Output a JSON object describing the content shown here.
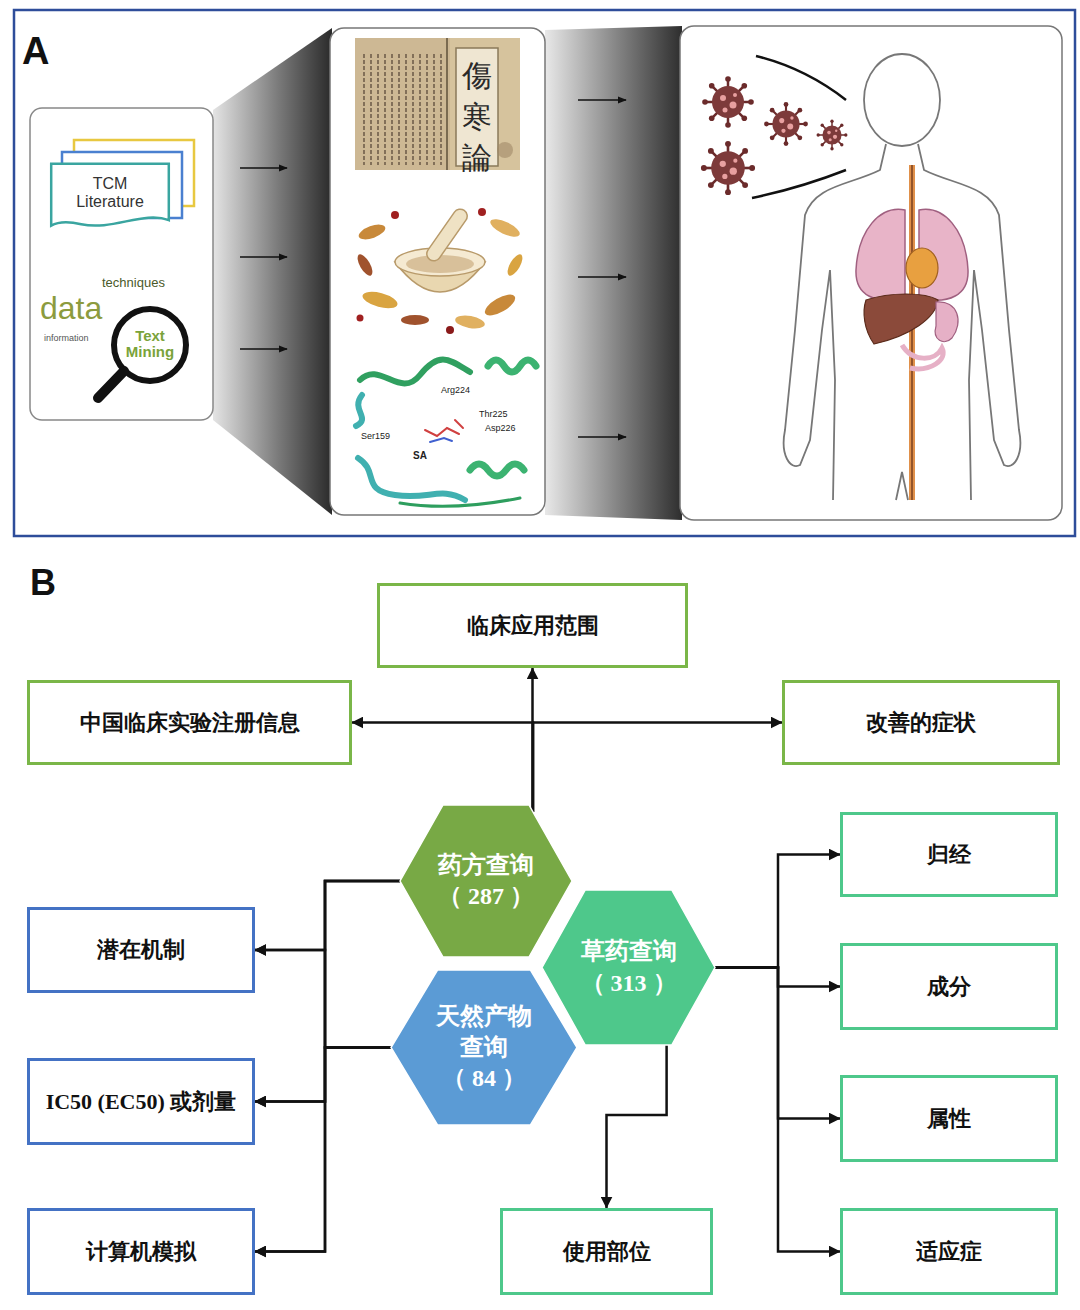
{
  "diagram": {
    "nodes": [
      {
        "text": [
          "TCM Literature"
        ]
      },
      {
        "text": [
          "临床应用范围"
        ]
      },
      {
        "text": [
          "中国临床实验注册信息"
        ]
      },
      {
        "text": [
          "改善的症状"
        ]
      },
      {
        "text": [
          "药方查询",
          "（ 287 ）"
        ]
      },
      {
        "text": [
          "草药查询",
          "（ 313 ）"
        ]
      },
      {
        "text": [
          "天然产物 查询",
          "（ 84 ）"
        ]
      },
      {
        "text": [
          "潜在机制"
        ]
      },
      {
        "text": [
          "IC50 (EC50) 或剂量"
        ]
      },
      {
        "text": [
          "计算机模拟"
        ]
      },
      {
        "text": [
          "归经"
        ]
      },
      {
        "text": [
          "成分"
        ]
      },
      {
        "text": [
          "属性"
        ]
      },
      {
        "text": [
          "适应症"
        ]
      },
      {
        "text": [
          "使用部位"
        ]
      }
    ],
    "edges": [
      {
        "from": 4,
        "to": 1,
        "arrow": "to"
      },
      {
        "from": 4,
        "to": 2,
        "arrow": "to"
      },
      {
        "from": 4,
        "to": 3,
        "arrow": "to"
      },
      {
        "from": 4,
        "to": 7,
        "arrow": "to"
      },
      {
        "from": 4,
        "to": 8,
        "arrow": "to"
      },
      {
        "from": 4,
        "to": 9,
        "arrow": "to"
      },
      {
        "from": 6,
        "to": 7,
        "arrow": "to"
      },
      {
        "from": 6,
        "to": 8,
        "arrow": "to"
      },
      {
        "from": 6,
        "to": 9,
        "arrow": "to"
      },
      {
        "from": 5,
        "to": 10,
        "arrow": "to"
      },
      {
        "from": 5,
        "to": 11,
        "arrow": "to"
      },
      {
        "from": 5,
        "to": 12,
        "arrow": "to"
      },
      {
        "from": 5,
        "to": 13,
        "arrow": "to"
      },
      {
        "from": 5,
        "to": 14,
        "arrow": "to"
      }
    ],
    "labels": [
      "A",
      "data",
      "techniques",
      "information",
      "Text Mining",
      "傷寒論",
      "Arg224",
      "Thr225",
      "Asp226",
      "Ser159",
      "SA",
      "B"
    ]
  }
}
